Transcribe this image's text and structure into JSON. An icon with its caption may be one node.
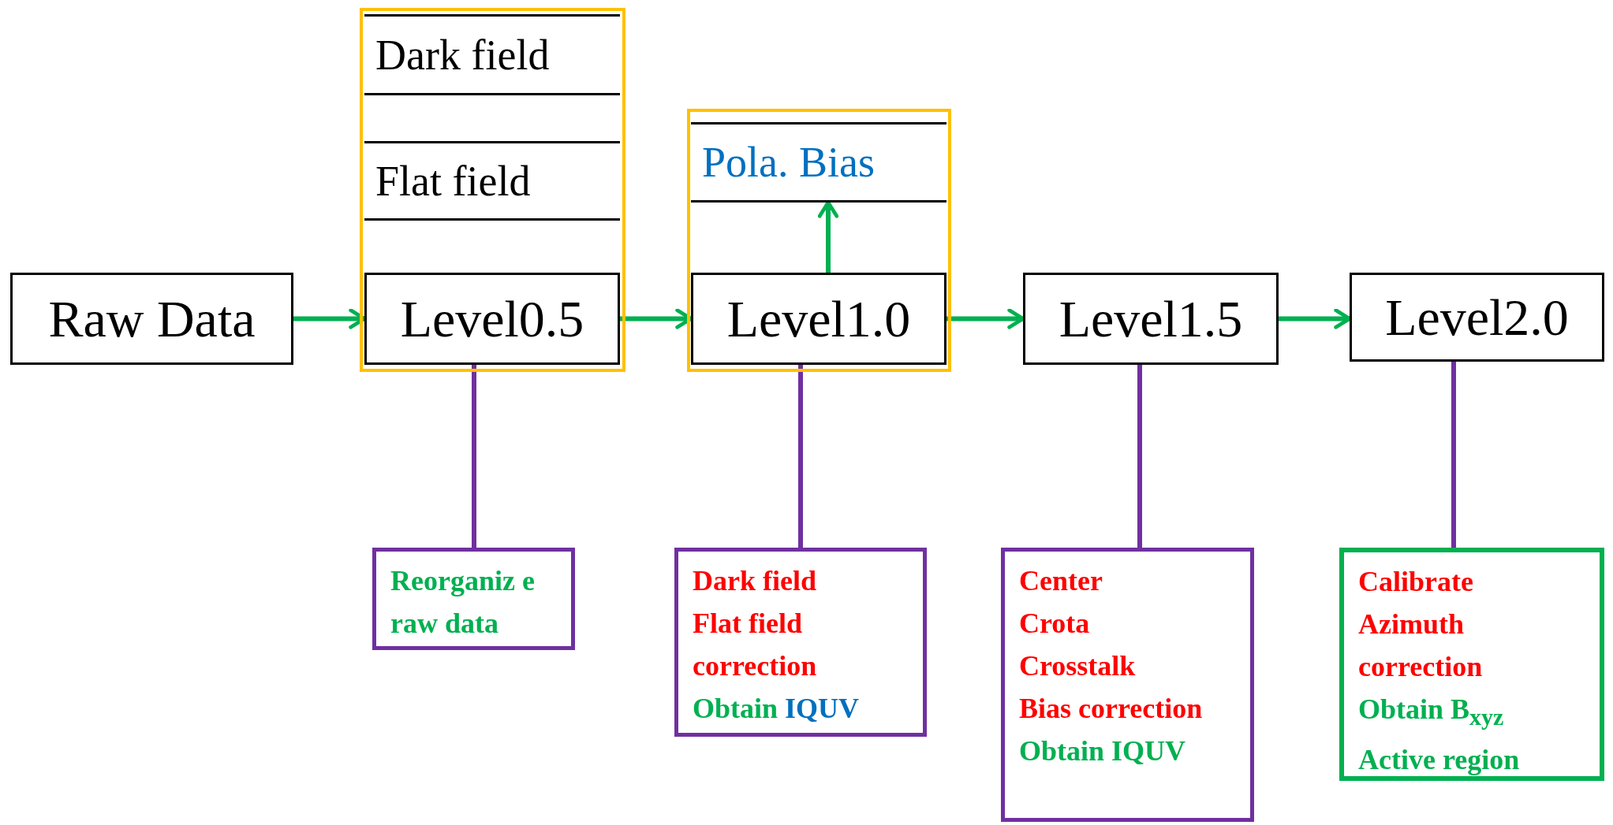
{
  "diagram": {
    "nodes": [
      {
        "text": [
          "Raw Data"
        ]
      },
      {
        "text": [],
        "shape": "box"
      },
      {
        "text": [
          "Dark field"
        ],
        "in": 1
      },
      {
        "text": [
          "Flat field"
        ],
        "in": 1
      },
      {
        "text": [
          "Level0.5"
        ],
        "in": 1
      },
      {
        "text": [],
        "shape": "box"
      },
      {
        "text": [
          "Pola. Bias"
        ],
        "in": 5
      },
      {
        "text": [
          "Level1.0"
        ],
        "in": 5
      },
      {
        "text": [
          "Level1.5"
        ]
      },
      {
        "text": [
          "Level2.0"
        ]
      },
      {
        "text": [
          "Reorganiz e raw data"
        ]
      },
      {
        "text": [
          "Dark field",
          "Flat field correction",
          "Obtain IQUV"
        ]
      },
      {
        "text": [
          "Center",
          "Crota",
          "Crosstalk",
          "Bias correction",
          "Obtain IQUV"
        ]
      },
      {
        "text": [
          "Calibrate",
          "Azimuth correction",
          "Obtain B$_{xyz}$",
          "Active region"
        ]
      }
    ],
    "edges": [
      {
        "from": 0,
        "to": 4,
        "arrow": "to"
      },
      {
        "from": 4,
        "to": 7,
        "arrow": "to"
      },
      {
        "from": 7,
        "to": 6,
        "arrow": "to"
      },
      {
        "from": 7,
        "to": 8,
        "arrow": "to"
      },
      {
        "from": 8,
        "to": 9,
        "arrow": "to"
      },
      {
        "from": 4,
        "to": 10,
        "arrow": "none",
        "color": "#7030a0"
      },
      {
        "from": 7,
        "to": 11,
        "arrow": "none",
        "color": "#7030a0"
      },
      {
        "from": 8,
        "to": 12,
        "arrow": "none",
        "color": "#7030a0"
      },
      {
        "from": 9,
        "to": 13,
        "arrow": "none",
        "color": "#7030a0"
      }
    ]
  }
}
